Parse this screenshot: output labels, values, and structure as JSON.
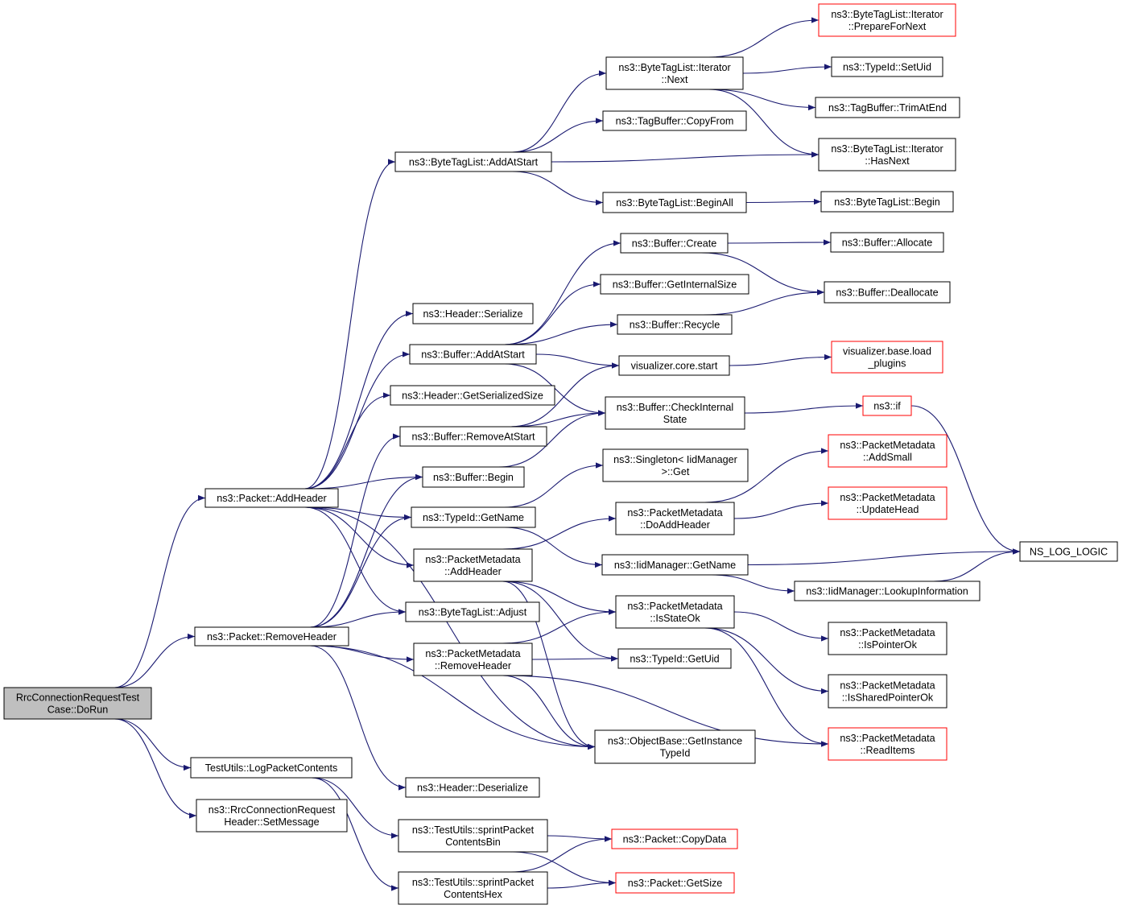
{
  "colors": {
    "edge": "#191970",
    "node_border": "#000000",
    "external_border": "#ff0000",
    "root_fill": "#bfbfbf",
    "node_fill": "#ffffff"
  },
  "nodes": [
    {
      "id": "root",
      "lines": [
        "RrcConnectionRequestTest",
        "Case::DoRun"
      ],
      "kind": "root"
    },
    {
      "id": "pkt_addheader",
      "lines": [
        "ns3::Packet::AddHeader"
      ],
      "kind": "normal"
    },
    {
      "id": "pkt_removeheader",
      "lines": [
        "ns3::Packet::RemoveHeader"
      ],
      "kind": "normal"
    },
    {
      "id": "tu_logpacket",
      "lines": [
        "TestUtils::LogPacketContents"
      ],
      "kind": "normal"
    },
    {
      "id": "rrc_setmessage",
      "lines": [
        "ns3::RrcConnectionRequest",
        "Header::SetMessage"
      ],
      "kind": "normal"
    },
    {
      "id": "btl_addatstart",
      "lines": [
        "ns3::ByteTagList::AddAtStart"
      ],
      "kind": "normal"
    },
    {
      "id": "hdr_serialize",
      "lines": [
        "ns3::Header::Serialize"
      ],
      "kind": "normal"
    },
    {
      "id": "buf_addatstart",
      "lines": [
        "ns3::Buffer::AddAtStart"
      ],
      "kind": "normal"
    },
    {
      "id": "hdr_getsersize",
      "lines": [
        "ns3::Header::GetSerializedSize"
      ],
      "kind": "normal"
    },
    {
      "id": "buf_removeatstart",
      "lines": [
        "ns3::Buffer::RemoveAtStart"
      ],
      "kind": "normal"
    },
    {
      "id": "buf_begin",
      "lines": [
        "ns3::Buffer::Begin"
      ],
      "kind": "normal"
    },
    {
      "id": "typeid_getname",
      "lines": [
        "ns3::TypeId::GetName"
      ],
      "kind": "normal"
    },
    {
      "id": "pm_addheader",
      "lines": [
        "ns3::PacketMetadata",
        "::AddHeader"
      ],
      "kind": "normal"
    },
    {
      "id": "btl_adjust",
      "lines": [
        "ns3::ByteTagList::Adjust"
      ],
      "kind": "normal"
    },
    {
      "id": "pm_removeheader",
      "lines": [
        "ns3::PacketMetadata",
        "::RemoveHeader"
      ],
      "kind": "normal"
    },
    {
      "id": "hdr_deserialize",
      "lines": [
        "ns3::Header::Deserialize"
      ],
      "kind": "normal"
    },
    {
      "id": "tu_sprintbin",
      "lines": [
        "ns3::TestUtils::sprintPacket",
        "ContentsBin"
      ],
      "kind": "normal"
    },
    {
      "id": "tu_sprinthex",
      "lines": [
        "ns3::TestUtils::sprintPacket",
        "ContentsHex"
      ],
      "kind": "normal"
    },
    {
      "id": "btl_it_next",
      "lines": [
        "ns3::ByteTagList::Iterator",
        "::Next"
      ],
      "kind": "normal"
    },
    {
      "id": "tb_copyfrom",
      "lines": [
        "ns3::TagBuffer::CopyFrom"
      ],
      "kind": "normal"
    },
    {
      "id": "btl_beginall",
      "lines": [
        "ns3::ByteTagList::BeginAll"
      ],
      "kind": "normal"
    },
    {
      "id": "buf_create",
      "lines": [
        "ns3::Buffer::Create"
      ],
      "kind": "normal"
    },
    {
      "id": "buf_getinternalsize",
      "lines": [
        "ns3::Buffer::GetInternalSize"
      ],
      "kind": "normal"
    },
    {
      "id": "buf_recycle",
      "lines": [
        "ns3::Buffer::Recycle"
      ],
      "kind": "normal"
    },
    {
      "id": "vis_core_start",
      "lines": [
        "visualizer.core.start"
      ],
      "kind": "normal"
    },
    {
      "id": "buf_checkinternal",
      "lines": [
        "ns3::Buffer::CheckInternal",
        "State"
      ],
      "kind": "normal"
    },
    {
      "id": "singleton_get",
      "lines": [
        "ns3::Singleton< IidManager",
        ">::Get"
      ],
      "kind": "normal"
    },
    {
      "id": "pm_doaddheader",
      "lines": [
        "ns3::PacketMetadata",
        "::DoAddHeader"
      ],
      "kind": "normal"
    },
    {
      "id": "iid_getname",
      "lines": [
        "ns3::IidManager::GetName"
      ],
      "kind": "normal"
    },
    {
      "id": "pm_isstateok",
      "lines": [
        "ns3::PacketMetadata",
        "::IsStateOk"
      ],
      "kind": "normal"
    },
    {
      "id": "typeid_getuid",
      "lines": [
        "ns3::TypeId::GetUid"
      ],
      "kind": "normal"
    },
    {
      "id": "ob_getinstancetypeid",
      "lines": [
        "ns3::ObjectBase::GetInstance",
        "TypeId"
      ],
      "kind": "normal"
    },
    {
      "id": "pkt_copydata",
      "lines": [
        "ns3::Packet::CopyData"
      ],
      "kind": "external"
    },
    {
      "id": "pkt_getsize",
      "lines": [
        "ns3::Packet::GetSize"
      ],
      "kind": "external"
    },
    {
      "id": "btl_it_prepare",
      "lines": [
        "ns3::ByteTagList::Iterator",
        "::PrepareForNext"
      ],
      "kind": "external"
    },
    {
      "id": "typeid_setuid",
      "lines": [
        "ns3::TypeId::SetUid"
      ],
      "kind": "normal"
    },
    {
      "id": "tb_trimatend",
      "lines": [
        "ns3::TagBuffer::TrimAtEnd"
      ],
      "kind": "normal"
    },
    {
      "id": "btl_it_hasnext",
      "lines": [
        "ns3::ByteTagList::Iterator",
        "::HasNext"
      ],
      "kind": "normal"
    },
    {
      "id": "btl_begin",
      "lines": [
        "ns3::ByteTagList::Begin"
      ],
      "kind": "normal"
    },
    {
      "id": "buf_allocate",
      "lines": [
        "ns3::Buffer::Allocate"
      ],
      "kind": "normal"
    },
    {
      "id": "buf_deallocate",
      "lines": [
        "ns3::Buffer::Deallocate"
      ],
      "kind": "normal"
    },
    {
      "id": "vis_base_load",
      "lines": [
        "visualizer.base.load",
        "_plugins"
      ],
      "kind": "external"
    },
    {
      "id": "ns3_if",
      "lines": [
        "ns3::if"
      ],
      "kind": "external"
    },
    {
      "id": "pm_addsmall",
      "lines": [
        "ns3::PacketMetadata",
        "::AddSmall"
      ],
      "kind": "external"
    },
    {
      "id": "pm_updatehead",
      "lines": [
        "ns3::PacketMetadata",
        "::UpdateHead"
      ],
      "kind": "external"
    },
    {
      "id": "iid_lookupinfo",
      "lines": [
        "ns3::IidManager::LookupInformation"
      ],
      "kind": "normal"
    },
    {
      "id": "pm_ispointerok",
      "lines": [
        "ns3::PacketMetadata",
        "::IsPointerOk"
      ],
      "kind": "normal"
    },
    {
      "id": "pm_issharedpointerok",
      "lines": [
        "ns3::PacketMetadata",
        "::IsSharedPointerOk"
      ],
      "kind": "normal"
    },
    {
      "id": "pm_readitems",
      "lines": [
        "ns3::PacketMetadata",
        "::ReadItems"
      ],
      "kind": "external"
    },
    {
      "id": "ns_log_logic",
      "lines": [
        "NS_LOG_LOGIC"
      ],
      "kind": "normal"
    }
  ],
  "edges": [
    [
      "root",
      "pkt_addheader"
    ],
    [
      "root",
      "pkt_removeheader"
    ],
    [
      "root",
      "tu_logpacket"
    ],
    [
      "root",
      "rrc_setmessage"
    ],
    [
      "pkt_addheader",
      "btl_addatstart"
    ],
    [
      "pkt_addheader",
      "hdr_serialize"
    ],
    [
      "pkt_addheader",
      "buf_addatstart"
    ],
    [
      "pkt_addheader",
      "hdr_getsersize"
    ],
    [
      "pkt_addheader",
      "buf_begin"
    ],
    [
      "pkt_addheader",
      "typeid_getname"
    ],
    [
      "pkt_addheader",
      "pm_addheader"
    ],
    [
      "pkt_addheader",
      "btl_adjust"
    ],
    [
      "pkt_addheader",
      "ob_getinstancetypeid"
    ],
    [
      "pkt_removeheader",
      "buf_removeatstart"
    ],
    [
      "pkt_removeheader",
      "buf_begin"
    ],
    [
      "pkt_removeheader",
      "typeid_getname"
    ],
    [
      "pkt_removeheader",
      "btl_adjust"
    ],
    [
      "pkt_removeheader",
      "pm_removeheader"
    ],
    [
      "pkt_removeheader",
      "hdr_deserialize"
    ],
    [
      "pkt_removeheader",
      "ob_getinstancetypeid"
    ],
    [
      "tu_logpacket",
      "tu_sprintbin"
    ],
    [
      "tu_logpacket",
      "tu_sprinthex"
    ],
    [
      "tu_sprintbin",
      "pkt_copydata"
    ],
    [
      "tu_sprintbin",
      "pkt_getsize"
    ],
    [
      "tu_sprinthex",
      "pkt_copydata"
    ],
    [
      "tu_sprinthex",
      "pkt_getsize"
    ],
    [
      "btl_addatstart",
      "btl_it_next"
    ],
    [
      "btl_addatstart",
      "tb_copyfrom"
    ],
    [
      "btl_addatstart",
      "btl_it_hasnext"
    ],
    [
      "btl_addatstart",
      "btl_beginall"
    ],
    [
      "btl_it_next",
      "btl_it_prepare"
    ],
    [
      "btl_it_next",
      "typeid_setuid"
    ],
    [
      "btl_it_next",
      "tb_trimatend"
    ],
    [
      "btl_it_next",
      "btl_it_hasnext"
    ],
    [
      "btl_beginall",
      "btl_begin"
    ],
    [
      "buf_addatstart",
      "buf_create"
    ],
    [
      "buf_addatstart",
      "buf_getinternalsize"
    ],
    [
      "buf_addatstart",
      "buf_recycle"
    ],
    [
      "buf_addatstart",
      "vis_core_start"
    ],
    [
      "buf_addatstart",
      "buf_checkinternal"
    ],
    [
      "buf_create",
      "buf_allocate"
    ],
    [
      "buf_create",
      "buf_deallocate"
    ],
    [
      "buf_recycle",
      "buf_deallocate"
    ],
    [
      "vis_core_start",
      "vis_base_load"
    ],
    [
      "buf_checkinternal",
      "ns3_if"
    ],
    [
      "ns3_if",
      "ns_log_logic"
    ],
    [
      "buf_removeatstart",
      "vis_core_start"
    ],
    [
      "buf_removeatstart",
      "buf_checkinternal"
    ],
    [
      "buf_begin",
      "buf_checkinternal"
    ],
    [
      "typeid_getname",
      "singleton_get"
    ],
    [
      "typeid_getname",
      "iid_getname"
    ],
    [
      "pm_addheader",
      "pm_doaddheader"
    ],
    [
      "pm_addheader",
      "pm_isstateok"
    ],
    [
      "pm_addheader",
      "typeid_getuid"
    ],
    [
      "pm_addheader",
      "ob_getinstancetypeid"
    ],
    [
      "pm_doaddheader",
      "pm_addsmall"
    ],
    [
      "pm_doaddheader",
      "pm_updatehead"
    ],
    [
      "iid_getname",
      "ns_log_logic"
    ],
    [
      "iid_getname",
      "iid_lookupinfo"
    ],
    [
      "iid_lookupinfo",
      "ns_log_logic"
    ],
    [
      "pm_isstateok",
      "pm_ispointerok"
    ],
    [
      "pm_isstateok",
      "pm_issharedpointerok"
    ],
    [
      "pm_isstateok",
      "pm_readitems"
    ],
    [
      "pm_removeheader",
      "pm_isstateok"
    ],
    [
      "pm_removeheader",
      "typeid_getuid"
    ],
    [
      "pm_removeheader",
      "ob_getinstancetypeid"
    ],
    [
      "pm_removeheader",
      "pm_readitems"
    ]
  ]
}
